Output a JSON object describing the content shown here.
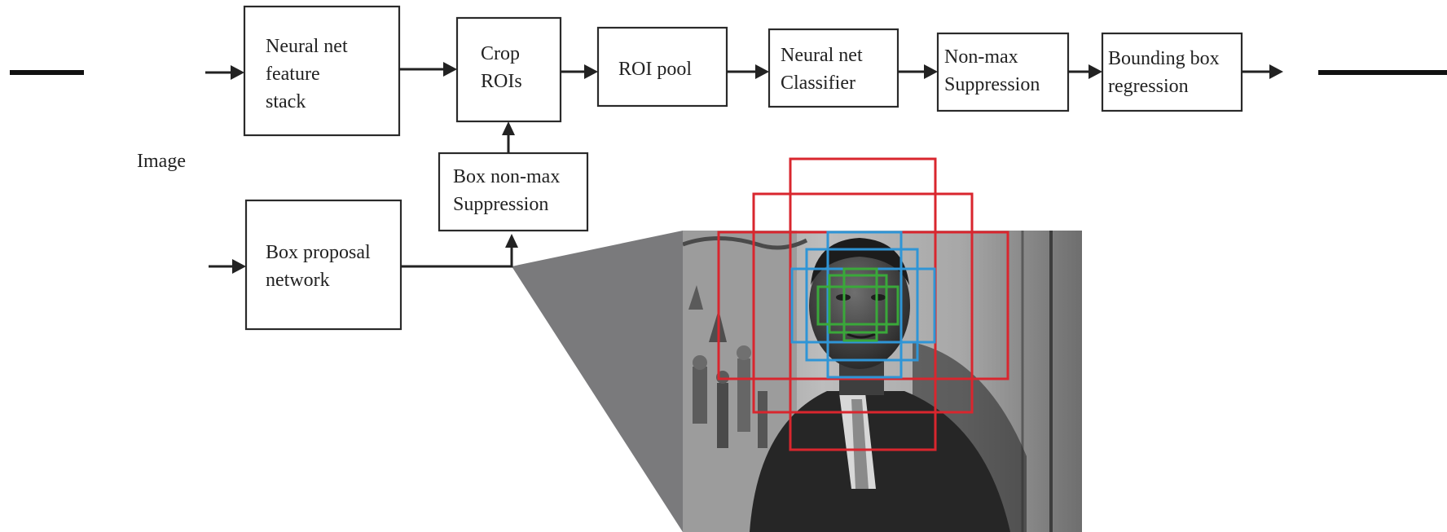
{
  "diagram": {
    "input_label": "Image",
    "nodes": {
      "feature_stack": {
        "lines": [
          "Neural net",
          "feature",
          "stack"
        ]
      },
      "crop_rois": {
        "lines": [
          "Crop",
          "ROIs"
        ]
      },
      "roi_pool": {
        "lines": [
          "ROI pool"
        ]
      },
      "classifier": {
        "lines": [
          "Neural net",
          "Classifier"
        ]
      },
      "non_max": {
        "lines": [
          "Non-max",
          "Suppression"
        ]
      },
      "bbox_regression": {
        "lines": [
          "Bounding box",
          "regression"
        ]
      },
      "box_non_max": {
        "lines": [
          "Box non-max",
          "Suppression"
        ]
      },
      "box_proposal": {
        "lines": [
          "Box proposal",
          "network"
        ]
      }
    },
    "photo": {
      "subject": "black-and-white portrait photograph of a man in a suit and tie in front of a mural",
      "box_colors": {
        "red": "#d9262e",
        "blue": "#2f95d6",
        "green": "#3aa83a"
      }
    },
    "colors": {
      "line": "#222222",
      "box_border": "#2a2a2a",
      "zoom_wedge": "#7a7a7c"
    }
  }
}
